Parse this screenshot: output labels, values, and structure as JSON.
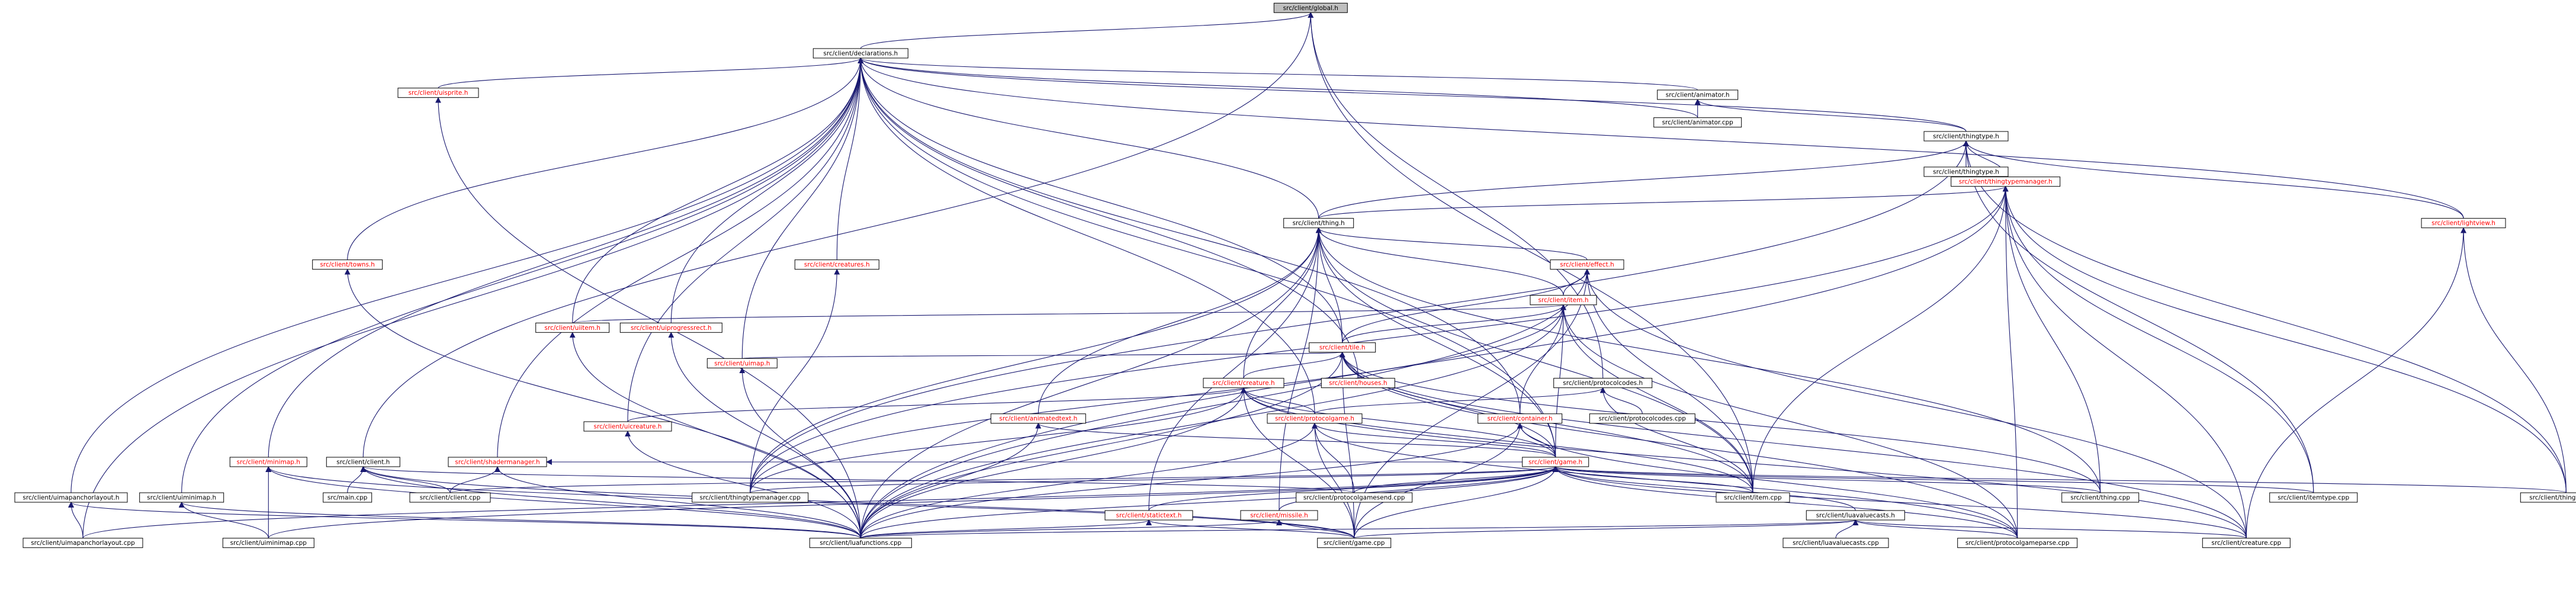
{
  "colors": {
    "edge": "#191970",
    "node_fill": "#ffffff",
    "node_fill_focus": "#bfbfbf",
    "label_default": "#000000",
    "label_red": "#ff0000"
  },
  "nodes": [
    {
      "id": "global",
      "label": "src/client/global.h",
      "color": "black",
      "focus": true
    },
    {
      "id": "declarations",
      "label": "src/client/declarations.h",
      "color": "black"
    },
    {
      "id": "uisprite",
      "label": "src/client/uisprite.h",
      "color": "red"
    },
    {
      "id": "animator_h",
      "label": "src/client/animator.h",
      "color": "black"
    },
    {
      "id": "animator_cpp",
      "label": "src/client/animator.cpp",
      "color": "black"
    },
    {
      "id": "thingtype_h",
      "label": "src/client/thingtype.h",
      "color": "black"
    },
    {
      "id": "thingtypemanager_h",
      "label": "src/client/thingtypemanager.h",
      "color": "red"
    },
    {
      "id": "thingtype_plain",
      "label": "src/client/thingtype.h",
      "color": "black"
    },
    {
      "id": "lightview_h",
      "label": "src/client/lightview.h",
      "color": "red"
    },
    {
      "id": "thing_h",
      "label": "src/client/thing.h",
      "color": "black"
    },
    {
      "id": "creatures_h",
      "label": "src/client/creatures.h",
      "color": "red"
    },
    {
      "id": "towns_h",
      "label": "src/client/towns.h",
      "color": "red"
    },
    {
      "id": "effect_h",
      "label": "src/client/effect.h",
      "color": "red"
    },
    {
      "id": "item_h",
      "label": "src/client/item.h",
      "color": "red"
    },
    {
      "id": "uiitem_h",
      "label": "src/client/uiitem.h",
      "color": "red"
    },
    {
      "id": "uiprogressrect_h",
      "label": "src/client/uiprogressrect.h",
      "color": "red"
    },
    {
      "id": "tile_h",
      "label": "src/client/tile.h",
      "color": "red"
    },
    {
      "id": "uimap_h",
      "label": "src/client/uimap.h",
      "color": "red"
    },
    {
      "id": "creature_h",
      "label": "src/client/creature.h",
      "color": "red"
    },
    {
      "id": "houses_h",
      "label": "src/client/houses.h",
      "color": "red"
    },
    {
      "id": "protocolcodes_h",
      "label": "src/client/protocolcodes.h",
      "color": "black"
    },
    {
      "id": "protocolcodes_cpp",
      "label": "src/client/protocolcodes.cpp",
      "color": "black"
    },
    {
      "id": "uicreature_h",
      "label": "src/client/uicreature.h",
      "color": "red"
    },
    {
      "id": "animatedtext_h",
      "label": "src/client/animatedtext.h",
      "color": "red"
    },
    {
      "id": "protocolgame_h",
      "label": "src/client/protocolgame.h",
      "color": "red"
    },
    {
      "id": "container_h",
      "label": "src/client/container.h",
      "color": "red"
    },
    {
      "id": "minimap_h",
      "label": "src/client/minimap.h",
      "color": "red"
    },
    {
      "id": "client_h",
      "label": "src/client/client.h",
      "color": "black"
    },
    {
      "id": "shadermanager_h",
      "label": "src/client/shadermanager.h",
      "color": "red"
    },
    {
      "id": "game_h",
      "label": "src/client/game.h",
      "color": "red"
    },
    {
      "id": "uimapanchorlayout_h",
      "label": "src/client/uimapanchorlayout.h",
      "color": "black"
    },
    {
      "id": "uiminimap_h",
      "label": "src/client/uiminimap.h",
      "color": "black"
    },
    {
      "id": "main_cpp",
      "label": "src/main.cpp",
      "color": "black"
    },
    {
      "id": "client_cpp",
      "label": "src/client/client.cpp",
      "color": "black"
    },
    {
      "id": "thingtypemanager_cpp",
      "label": "src/client/thingtypemanager.cpp",
      "color": "black"
    },
    {
      "id": "protocolgamesend_cpp",
      "label": "src/client/protocolgamesend.cpp",
      "color": "black"
    },
    {
      "id": "statictext_h",
      "label": "src/client/statictext.h",
      "color": "red"
    },
    {
      "id": "missile_h",
      "label": "src/client/missile.h",
      "color": "red"
    },
    {
      "id": "item_cpp",
      "label": "src/client/item.cpp",
      "color": "black"
    },
    {
      "id": "luavaluecasts_h",
      "label": "src/client/luavaluecasts.h",
      "color": "black"
    },
    {
      "id": "thing_cpp",
      "label": "src/client/thing.cpp",
      "color": "black"
    },
    {
      "id": "itemtype_cpp",
      "label": "src/client/itemtype.cpp",
      "color": "black"
    },
    {
      "id": "thingtype_cpp",
      "label": "src/client/thingtype.cpp",
      "color": "black"
    },
    {
      "id": "uimapanchorlayout_cpp",
      "label": "src/client/uimapanchorlayout.cpp",
      "color": "black"
    },
    {
      "id": "uiminimap_cpp",
      "label": "src/client/uiminimap.cpp",
      "color": "black"
    },
    {
      "id": "luafunctions_cpp",
      "label": "src/client/luafunctions.cpp",
      "color": "black"
    },
    {
      "id": "game_cpp",
      "label": "src/client/game.cpp",
      "color": "black"
    },
    {
      "id": "luavaluecasts_cpp",
      "label": "src/client/luavaluecasts.cpp",
      "color": "black"
    },
    {
      "id": "protocolgameparse_cpp",
      "label": "src/client/protocolgameparse.cpp",
      "color": "black"
    },
    {
      "id": "creature_cpp",
      "label": "src/client/creature.cpp",
      "color": "black"
    }
  ],
  "edges": [
    [
      "declarations",
      "global"
    ],
    [
      "client_h",
      "global"
    ],
    [
      "protocolcodes_h",
      "global"
    ],
    [
      "item_cpp",
      "global"
    ],
    [
      "uisprite",
      "declarations"
    ],
    [
      "animator_h",
      "declarations"
    ],
    [
      "animator_cpp",
      "declarations"
    ],
    [
      "thingtype_h",
      "declarations"
    ],
    [
      "lightview_h",
      "declarations"
    ],
    [
      "thing_h",
      "declarations"
    ],
    [
      "creatures_h",
      "declarations"
    ],
    [
      "towns_h",
      "declarations"
    ],
    [
      "uiitem_h",
      "declarations"
    ],
    [
      "uiprogressrect_h",
      "declarations"
    ],
    [
      "uimap_h",
      "declarations"
    ],
    [
      "tile_h",
      "declarations"
    ],
    [
      "houses_h",
      "declarations"
    ],
    [
      "uicreature_h",
      "declarations"
    ],
    [
      "minimap_h",
      "declarations"
    ],
    [
      "shadermanager_h",
      "declarations"
    ],
    [
      "uimapanchorlayout_h",
      "declarations"
    ],
    [
      "uiminimap_h",
      "declarations"
    ],
    [
      "uimapanchorlayout_cpp",
      "declarations"
    ],
    [
      "container_h",
      "declarations"
    ],
    [
      "protocolgame_h",
      "declarations"
    ],
    [
      "game_h",
      "declarations"
    ],
    [
      "animator_cpp",
      "animator_h"
    ],
    [
      "thingtype_h",
      "animator_h"
    ],
    [
      "thingtype_plain",
      "thingtype_h"
    ],
    [
      "thingtypemanager_h",
      "thingtype_h"
    ],
    [
      "lightview_h",
      "thingtype_h"
    ],
    [
      "thing_h",
      "thingtype_h"
    ],
    [
      "thingtypemanager_cpp",
      "thingtype_h"
    ],
    [
      "thingtype_cpp",
      "thingtype_h"
    ],
    [
      "itemtype_cpp",
      "thingtype_h"
    ],
    [
      "thing_h",
      "thingtypemanager_h"
    ],
    [
      "thingtypemanager_cpp",
      "thingtypemanager_h"
    ],
    [
      "luafunctions_cpp",
      "thingtypemanager_h"
    ],
    [
      "item_cpp",
      "thingtypemanager_h"
    ],
    [
      "thing_cpp",
      "thingtypemanager_h"
    ],
    [
      "itemtype_cpp",
      "thingtypemanager_h"
    ],
    [
      "thingtype_cpp",
      "thingtypemanager_h"
    ],
    [
      "creature_cpp",
      "thingtypemanager_h"
    ],
    [
      "protocolgameparse_cpp",
      "thingtypemanager_h"
    ],
    [
      "thingtype_cpp",
      "lightview_h"
    ],
    [
      "creature_cpp",
      "lightview_h"
    ],
    [
      "effect_h",
      "thing_h"
    ],
    [
      "item_h",
      "thing_h"
    ],
    [
      "tile_h",
      "thing_h"
    ],
    [
      "creature_h",
      "thing_h"
    ],
    [
      "animatedtext_h",
      "thing_h"
    ],
    [
      "statictext_h",
      "thing_h"
    ],
    [
      "missile_h",
      "thing_h"
    ],
    [
      "thing_cpp",
      "thing_h"
    ],
    [
      "luafunctions_cpp",
      "thing_h"
    ],
    [
      "thingtypemanager_cpp",
      "thing_h"
    ],
    [
      "game_h",
      "thing_h"
    ],
    [
      "item_cpp",
      "thing_h"
    ],
    [
      "thingtypemanager_cpp",
      "creatures_h"
    ],
    [
      "luafunctions_cpp",
      "towns_h"
    ],
    [
      "luafunctions_cpp",
      "uisprite"
    ],
    [
      "item_h",
      "effect_h"
    ],
    [
      "tile_h",
      "effect_h"
    ],
    [
      "luafunctions_cpp",
      "effect_h"
    ],
    [
      "creature_cpp",
      "effect_h"
    ],
    [
      "game_cpp",
      "effect_h"
    ],
    [
      "item_cpp",
      "effect_h"
    ],
    [
      "tile_h",
      "item_h"
    ],
    [
      "uiitem_h",
      "item_h"
    ],
    [
      "container_h",
      "item_h"
    ],
    [
      "item_cpp",
      "item_h"
    ],
    [
      "game_h",
      "item_h"
    ],
    [
      "protocolgameparse_cpp",
      "item_h"
    ],
    [
      "luafunctions_cpp",
      "item_h"
    ],
    [
      "thingtypemanager_cpp",
      "item_h"
    ],
    [
      "luafunctions_cpp",
      "uiitem_h"
    ],
    [
      "luafunctions_cpp",
      "uiprogressrect_h"
    ],
    [
      "uimap_h",
      "tile_h"
    ],
    [
      "creature_h",
      "tile_h"
    ],
    [
      "houses_h",
      "tile_h"
    ],
    [
      "game_h",
      "tile_h"
    ],
    [
      "luafunctions_cpp",
      "tile_h"
    ],
    [
      "item_cpp",
      "tile_h"
    ],
    [
      "thing_cpp",
      "tile_h"
    ],
    [
      "creature_cpp",
      "tile_h"
    ],
    [
      "game_cpp",
      "tile_h"
    ],
    [
      "protocolgameparse_cpp",
      "tile_h"
    ],
    [
      "luafunctions_cpp",
      "uimap_h"
    ],
    [
      "uicreature_h",
      "creature_h"
    ],
    [
      "protocolgame_h",
      "creature_h"
    ],
    [
      "game_h",
      "creature_h"
    ],
    [
      "luafunctions_cpp",
      "creature_h"
    ],
    [
      "creature_cpp",
      "creature_h"
    ],
    [
      "game_cpp",
      "creature_h"
    ],
    [
      "thingtypemanager_cpp",
      "creature_h"
    ],
    [
      "item_cpp",
      "creature_h"
    ],
    [
      "protocolcodes_cpp",
      "protocolcodes_h"
    ],
    [
      "protocolgame_h",
      "protocolcodes_h"
    ],
    [
      "item_cpp",
      "protocolcodes_h"
    ],
    [
      "luafunctions_cpp",
      "uicreature_h"
    ],
    [
      "luafunctions_cpp",
      "animatedtext_h"
    ],
    [
      "game_h",
      "animatedtext_h"
    ],
    [
      "game_h",
      "protocolgame_h"
    ],
    [
      "protocolgamesend_cpp",
      "protocolgame_h"
    ],
    [
      "protocolgameparse_cpp",
      "protocolgame_h"
    ],
    [
      "luafunctions_cpp",
      "protocolgame_h"
    ],
    [
      "game_cpp",
      "protocolgame_h"
    ],
    [
      "game_h",
      "container_h"
    ],
    [
      "luafunctions_cpp",
      "container_h"
    ],
    [
      "game_cpp",
      "container_h"
    ],
    [
      "protocolgameparse_cpp",
      "container_h"
    ],
    [
      "luafunctions_cpp",
      "minimap_h"
    ],
    [
      "uiminimap_cpp",
      "minimap_h"
    ],
    [
      "game_cpp",
      "minimap_h"
    ],
    [
      "main_cpp",
      "client_h"
    ],
    [
      "client_cpp",
      "client_h"
    ],
    [
      "luafunctions_cpp",
      "client_h"
    ],
    [
      "game_cpp",
      "client_h"
    ],
    [
      "protocolgamesend_cpp",
      "client_h"
    ],
    [
      "client_cpp",
      "shadermanager_h"
    ],
    [
      "luafunctions_cpp",
      "shadermanager_h"
    ],
    [
      "game_h",
      "shadermanager_h"
    ],
    [
      "client_cpp",
      "game_h"
    ],
    [
      "thingtypemanager_cpp",
      "game_h"
    ],
    [
      "protocolgamesend_cpp",
      "game_h"
    ],
    [
      "item_cpp",
      "game_h"
    ],
    [
      "luavaluecasts_h",
      "game_h"
    ],
    [
      "thing_cpp",
      "game_h"
    ],
    [
      "itemtype_cpp",
      "game_h"
    ],
    [
      "thingtype_cpp",
      "game_h"
    ],
    [
      "uimapanchorlayout_cpp",
      "game_h"
    ],
    [
      "uiminimap_cpp",
      "game_h"
    ],
    [
      "luafunctions_cpp",
      "game_h"
    ],
    [
      "game_cpp",
      "game_h"
    ],
    [
      "protocolgameparse_cpp",
      "game_h"
    ],
    [
      "creature_cpp",
      "game_h"
    ],
    [
      "statictext_h",
      "game_h"
    ],
    [
      "missile_h",
      "game_h"
    ],
    [
      "uimapanchorlayout_cpp",
      "uimapanchorlayout_h"
    ],
    [
      "luafunctions_cpp",
      "uimapanchorlayout_h"
    ],
    [
      "uiminimap_cpp",
      "uiminimap_h"
    ],
    [
      "luafunctions_cpp",
      "uiminimap_h"
    ],
    [
      "luafunctions_cpp",
      "statictext_h"
    ],
    [
      "game_cpp",
      "statictext_h"
    ],
    [
      "luafunctions_cpp",
      "missile_h"
    ],
    [
      "game_cpp",
      "missile_h"
    ],
    [
      "luavaluecasts_cpp",
      "luavaluecasts_h"
    ],
    [
      "luafunctions_cpp",
      "luavaluecasts_h"
    ],
    [
      "game_cpp",
      "luavaluecasts_h"
    ],
    [
      "protocolgameparse_cpp",
      "luavaluecasts_h"
    ],
    [
      "creature_cpp",
      "luavaluecasts_h"
    ]
  ]
}
